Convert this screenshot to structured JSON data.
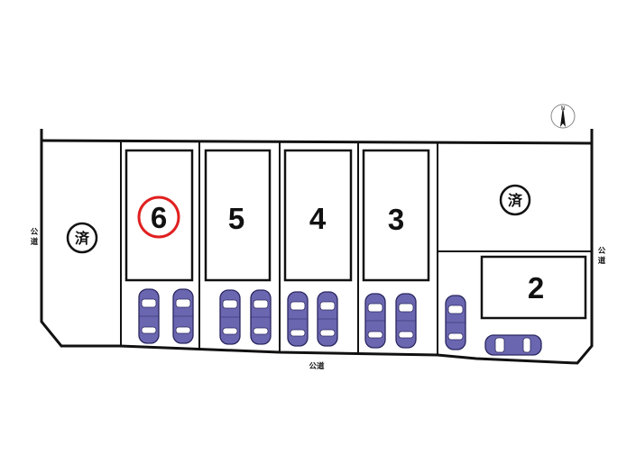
{
  "map": {
    "north_label": "N",
    "road_label": "公道",
    "road_side_label": [
      "公",
      "道"
    ],
    "lots": [
      {
        "number": "6",
        "highlighted": true
      },
      {
        "number": "5",
        "highlighted": false
      },
      {
        "number": "4",
        "highlighted": false
      },
      {
        "number": "3",
        "highlighted": false
      },
      {
        "number": "2",
        "highlighted": false
      }
    ],
    "sold_mark": "済",
    "colors": {
      "car_body": "#6b66b0",
      "highlight_ring": "#e02020",
      "line": "#111111"
    }
  }
}
